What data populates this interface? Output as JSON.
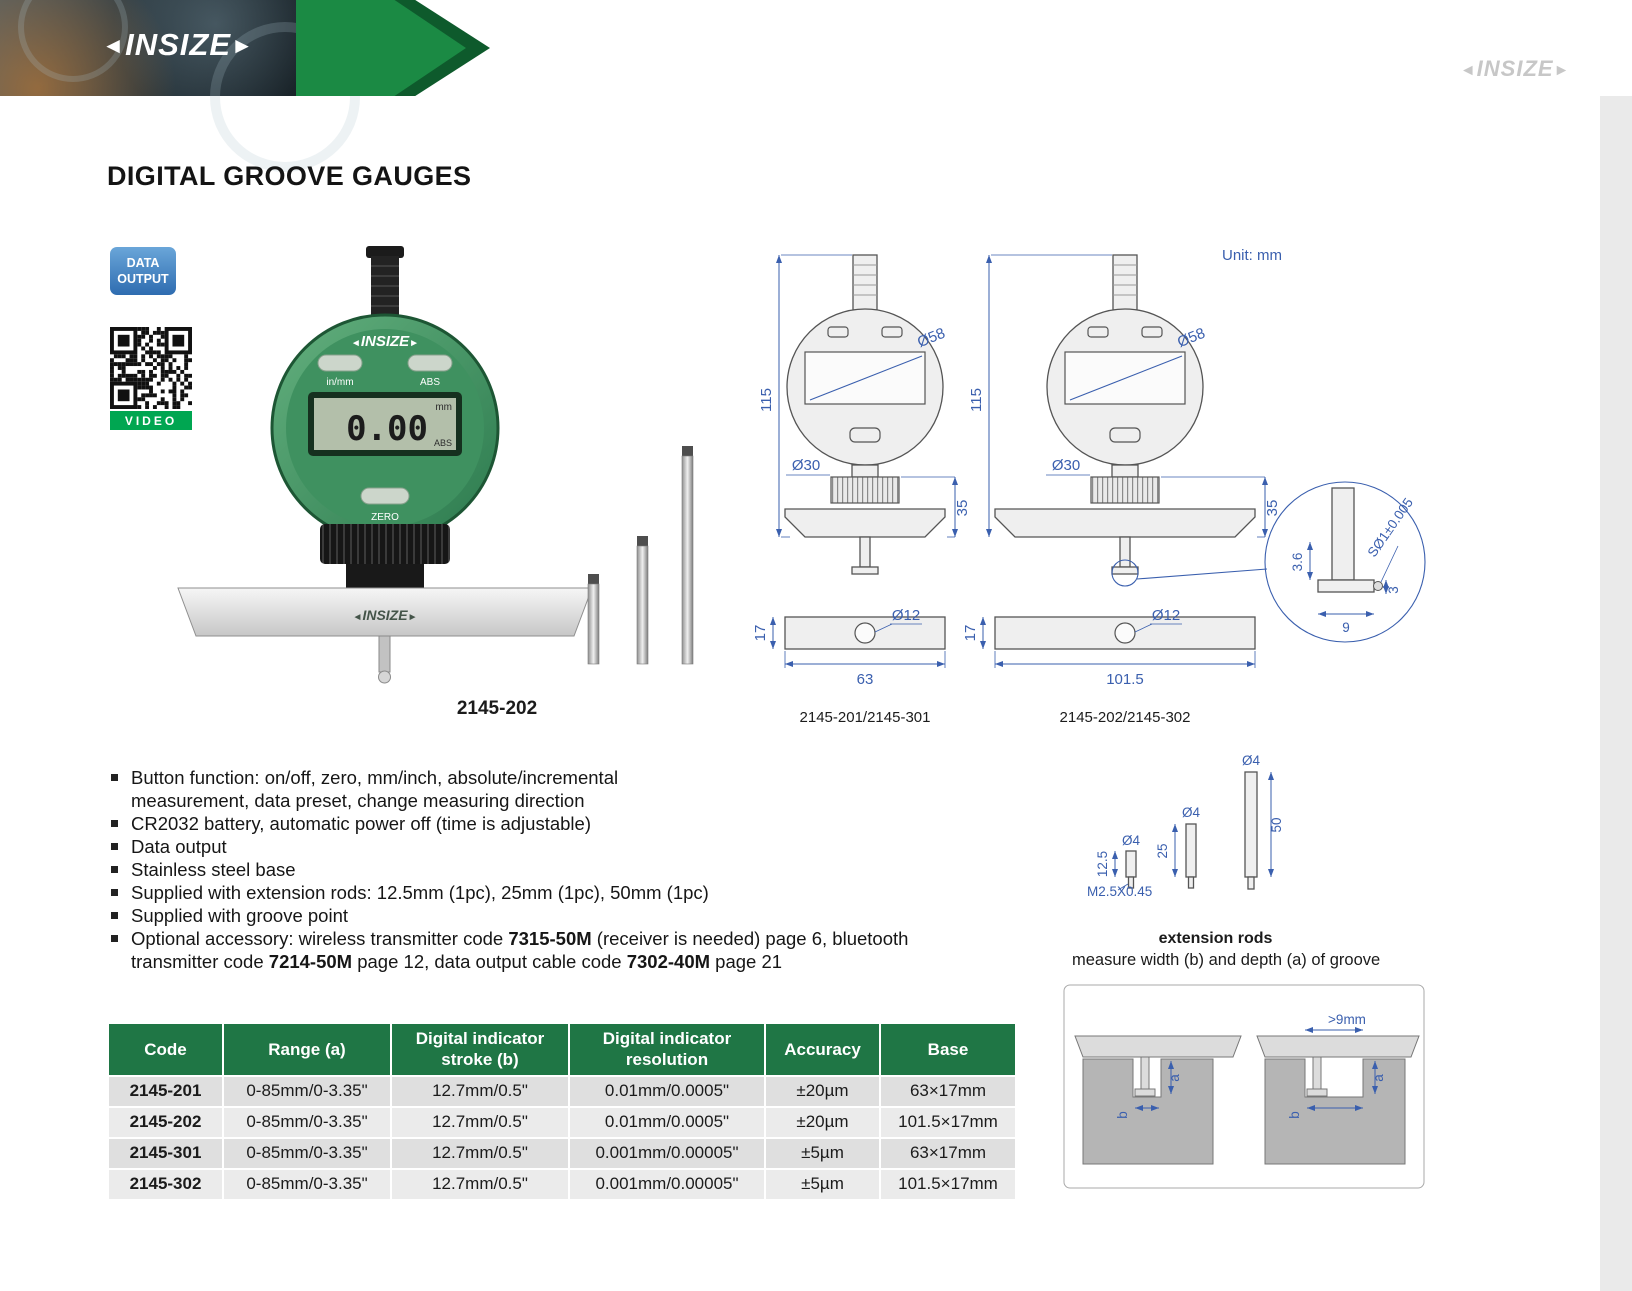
{
  "header": {
    "logo_l": "◄",
    "logo_text": "INSIZE",
    "logo_r": "►",
    "watermark_l": "◄",
    "watermark_text": "INSIZE",
    "watermark_r": "►"
  },
  "title": "DIGITAL GROOVE GAUGES",
  "badges": {
    "data_output_line1": "DATA",
    "data_output_line2": "OUTPUT",
    "video_label": "VIDEO"
  },
  "product": {
    "logo_l": "◄",
    "brand": "INSIZE",
    "logo_r": "►",
    "lcd_value": "0.00",
    "lcd_unit": "mm",
    "lcd_mode": "ABS",
    "btn_inmm": "in/mm",
    "btn_abs": "ABS",
    "btn_zero": "ZERO",
    "caption": "2145-202"
  },
  "drawings": {
    "unit_note": "Unit: mm",
    "left": {
      "caption": "2145-201/2145-301",
      "dim_height": "115",
      "dim_dial": "Ø58",
      "dim_nut": "Ø30",
      "dim_drop": "35",
      "dim_base_h": "17",
      "dim_hole": "Ø12",
      "dim_base_w": "63"
    },
    "right": {
      "caption": "2145-202/2145-302",
      "dim_height": "115",
      "dim_dial": "Ø58",
      "dim_nut": "Ø30",
      "dim_drop": "35",
      "dim_base_h": "17",
      "dim_hole": "Ø12",
      "dim_base_w": "101.5"
    },
    "detail": {
      "dim_tip": "SØ1±0.005",
      "dim_a": "3.6",
      "dim_b": "3",
      "dim_c": "9"
    }
  },
  "extension_rods": {
    "caption": "extension rods",
    "thread": "M2.5X0.45",
    "rod1_dia": "Ø4",
    "rod1_len": "12.5",
    "rod2_dia": "Ø4",
    "rod2_len": "25",
    "rod3_dia": "Ø4",
    "rod3_len": "50"
  },
  "groove_diagram": {
    "caption": "measure width (b) and depth (a) of groove",
    "min_width": ">9mm",
    "label_a": "a",
    "label_b": "b"
  },
  "features": [
    "Button function: on/off, zero, mm/inch, absolute/incremental measurement, data preset, change measuring direction",
    "CR2032 battery, automatic power off (time is adjustable)",
    "Data output",
    "Stainless steel base",
    "Supplied with extension rods: 12.5mm (1pc), 25mm (1pc), 50mm (1pc)",
    "Supplied with groove point"
  ],
  "optional_accessory": {
    "t1": "Optional accessory: wireless transmitter code ",
    "c1": "7315-50M",
    "t2": " (receiver is needed) page 6, bluetooth transmitter code ",
    "c2": "7214-50M",
    "t3": " page 12, data output cable code ",
    "c3": "7302-40M",
    "t4": " page 21"
  },
  "table": {
    "headers": [
      "Code",
      "Range (a)",
      "Digital indicator stroke (b)",
      "Digital indicator resolution",
      "Accuracy",
      "Base"
    ],
    "rows": [
      [
        "2145-201",
        "0-85mm/0-3.35\"",
        "12.7mm/0.5\"",
        "0.01mm/0.0005\"",
        "±20µm",
        "63×17mm"
      ],
      [
        "2145-202",
        "0-85mm/0-3.35\"",
        "12.7mm/0.5\"",
        "0.01mm/0.0005\"",
        "±20µm",
        "101.5×17mm"
      ],
      [
        "2145-301",
        "0-85mm/0-3.35\"",
        "12.7mm/0.5\"",
        "0.001mm/0.00005\"",
        "±5µm",
        "63×17mm"
      ],
      [
        "2145-302",
        "0-85mm/0-3.35\"",
        "12.7mm/0.5\"",
        "0.001mm/0.00005\"",
        "±5µm",
        "101.5×17mm"
      ]
    ]
  },
  "colors": {
    "brand_green": "#1f7645",
    "dim_blue": "#3a5fae",
    "video_green": "#00a651",
    "badge_blue": "#2e6cb0"
  }
}
